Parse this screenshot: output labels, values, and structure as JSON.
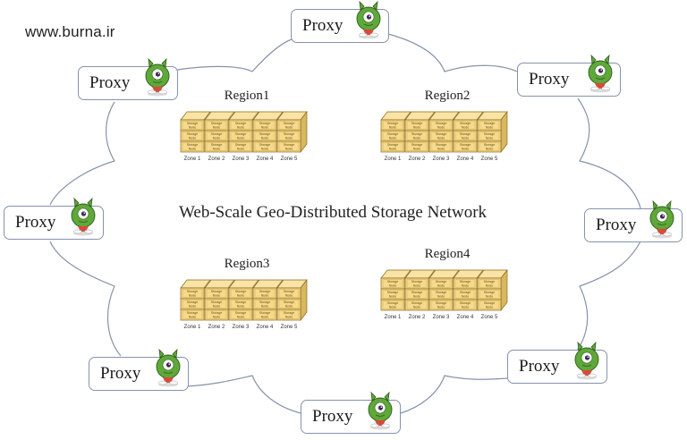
{
  "watermark": "www.burna.ir",
  "title": "Web-Scale Geo-Distributed Storage Network",
  "colors": {
    "cloud_outline": "#8593ab",
    "box_border": "#8593ab",
    "storage_face": "#f6d98a",
    "storage_top": "#f9e3a5",
    "storage_side": "#d9b660",
    "storage_edge": "#8a6a1e",
    "mascot_body": "#5fa83a",
    "mascot_feet": "#d84a3a"
  },
  "proxies": [
    {
      "id": "top",
      "label": "Proxy",
      "icon": "monster-mascot-icon"
    },
    {
      "id": "top-left",
      "label": "Proxy",
      "icon": "monster-mascot-icon"
    },
    {
      "id": "top-right",
      "label": "Proxy",
      "icon": "monster-mascot-icon"
    },
    {
      "id": "left",
      "label": "Proxy",
      "icon": "monster-mascot-icon"
    },
    {
      "id": "right",
      "label": "Proxy",
      "icon": "monster-mascot-icon"
    },
    {
      "id": "bottom-left",
      "label": "Proxy",
      "icon": "monster-mascot-icon"
    },
    {
      "id": "bottom",
      "label": "Proxy",
      "icon": "monster-mascot-icon"
    },
    {
      "id": "bottom-right",
      "label": "Proxy",
      "icon": "monster-mascot-icon"
    }
  ],
  "regions": [
    {
      "name": "Region1",
      "zones": [
        "Zone 1",
        "Zone 2",
        "Zone 3",
        "Zone 4",
        "Zone 5"
      ],
      "node_label": [
        "Storage",
        "Node"
      ],
      "nodes_per_zone": 3
    },
    {
      "name": "Region2",
      "zones": [
        "Zone 1",
        "Zone 2",
        "Zone 3",
        "Zone 4",
        "Zone 5"
      ],
      "node_label": [
        "Storage",
        "Node"
      ],
      "nodes_per_zone": 3
    },
    {
      "name": "Region3",
      "zones": [
        "Zone 1",
        "Zone 2",
        "Zone 3",
        "Zone 4",
        "Zone 5"
      ],
      "node_label": [
        "Storage",
        "Node"
      ],
      "nodes_per_zone": 3
    },
    {
      "name": "Region4",
      "zones": [
        "Zone 1",
        "Zone 2",
        "Zone 3",
        "Zone 4",
        "Zone 5"
      ],
      "node_label": [
        "Storage",
        "Node"
      ],
      "nodes_per_zone": 3
    }
  ]
}
